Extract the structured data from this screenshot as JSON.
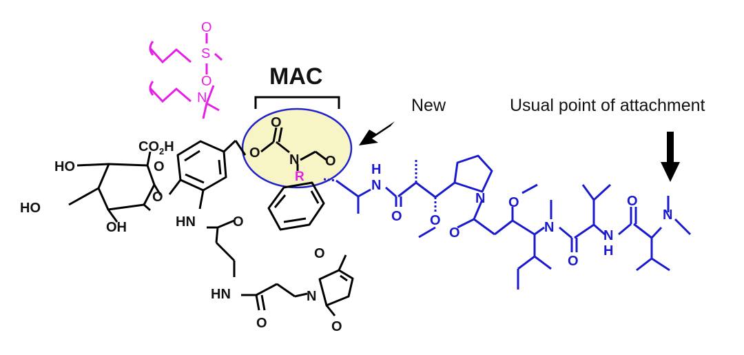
{
  "labels": {
    "mac": "MAC",
    "new": "New",
    "usual": "Usual point of attachment"
  },
  "atoms": {
    "co2h": "CO",
    "co2h_sub": "2",
    "co2h_h": "H",
    "ho": "HO",
    "oh": "OH",
    "o": "O",
    "n": "N",
    "nh": "NH",
    "hn": "HN",
    "h": "H",
    "s": "S",
    "r": "R"
  },
  "colors": {
    "glucuronide_linker": "#000000",
    "payload": "#1a1acc",
    "solubilizing_groups": "#e61ee6",
    "mac_highlight_fill": "#f7f5c6",
    "mac_highlight_stroke": "#2222cc"
  }
}
